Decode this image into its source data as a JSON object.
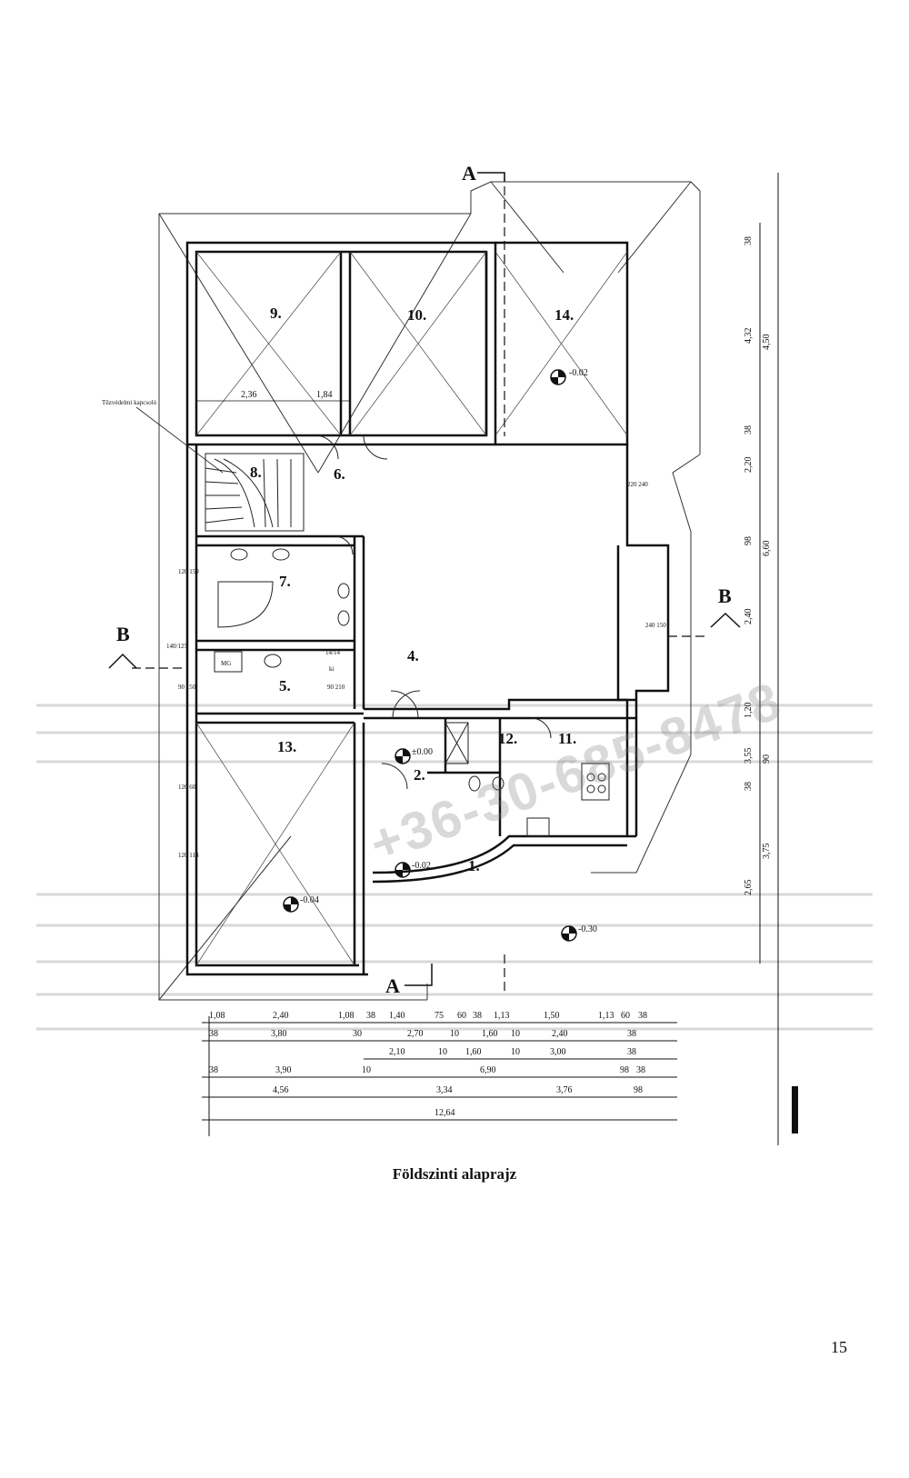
{
  "caption": "Földszinti alaprajz",
  "page_number": "15",
  "watermark": "+36-30-685-8478",
  "section_markers": {
    "a": "A",
    "b": "B"
  },
  "rooms": {
    "r1": "1.",
    "r2": "2.",
    "r4": "4.",
    "r5": "5.",
    "r6": "6.",
    "r7": "7.",
    "r8": "8.",
    "r9": "9.",
    "r10": "10.",
    "r11": "11.",
    "r12": "12.",
    "r13": "13.",
    "r14": "14."
  },
  "levels": {
    "terrace": "-0.02",
    "hall": "±0.00",
    "entrance": "-0.02",
    "room13": "-0.04",
    "outside": "-0.30"
  },
  "window_labels": {
    "w1": "120 150",
    "w2": "120 60",
    "w3": "120 114",
    "w4": "120 114",
    "w5": "240 150",
    "w6": "220 240",
    "w7": "90 210",
    "w8": "90 150",
    "w9": "140/125",
    "w10": "14/14"
  },
  "small_labels": {
    "mg": "MG",
    "ki": "ki",
    "staircase_note": "Tűzvédelmi kapcsoló"
  },
  "interior_dims": {
    "d236": "2,36",
    "d184": "1,84"
  },
  "right_dims": [
    "38",
    "4,32",
    "4,50",
    "38",
    "2,20",
    "98",
    "6,60",
    "2,40",
    "1,20",
    "3,55",
    "90",
    "38",
    "3,75",
    "2,65"
  ],
  "bottom_dims": {
    "row1": [
      "1,08",
      "2,40",
      "1,08",
      "38",
      "1,40",
      "75",
      "60",
      "38",
      "1,13",
      "1,50",
      "1,13",
      "60",
      "38"
    ],
    "row2": [
      "38",
      "3,80",
      "30",
      "2,70",
      "10",
      "1,60",
      "10",
      "2,40",
      "38"
    ],
    "row3": [
      "2,10",
      "10",
      "1,60",
      "10",
      "3,00",
      "38"
    ],
    "row4": [
      "38",
      "3,90",
      "10",
      "6,90",
      "98",
      "38"
    ],
    "row5": [
      "4,56",
      "3,34",
      "3,76",
      "98"
    ],
    "row6": [
      "12,64"
    ]
  }
}
